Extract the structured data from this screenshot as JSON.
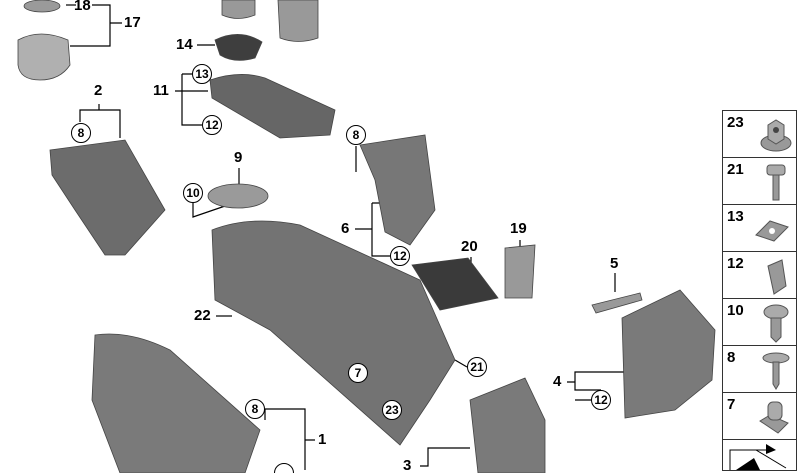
{
  "callouts": {
    "p18": "18",
    "p17": "17",
    "p14": "14",
    "p11": "11",
    "p13": "13",
    "p12a": "12",
    "p2": "2",
    "p8a": "8",
    "p8b": "8",
    "p9": "9",
    "p10": "10",
    "p6": "6",
    "p12b": "12",
    "p20": "20",
    "p19": "19",
    "p5": "5",
    "p22": "22",
    "p7": "7",
    "p21": "21",
    "p4": "4",
    "p12c": "12",
    "p8c": "8",
    "p1": "1",
    "p23": "23",
    "p3": "3"
  },
  "legend": [
    "23",
    "21",
    "13",
    "12",
    "10",
    "8",
    "7"
  ],
  "colors": {
    "part": "#8a8a8a",
    "part_dark": "#5e5e5e",
    "part_light": "#b5b5b5"
  }
}
